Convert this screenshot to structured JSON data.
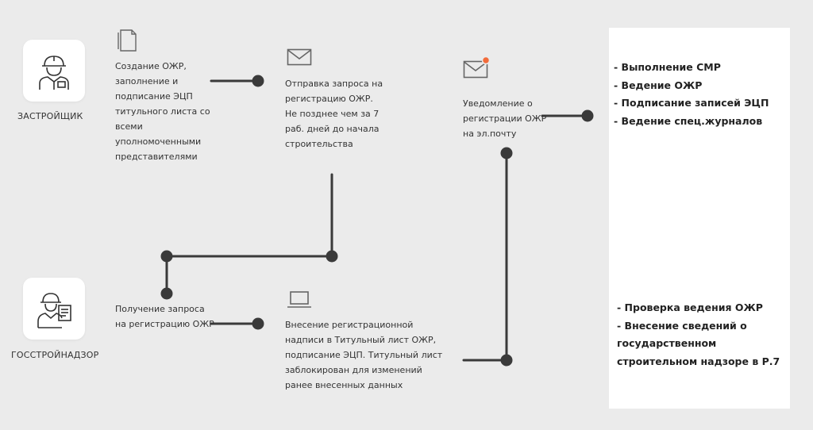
{
  "actors": {
    "developer": {
      "label": "ЗАСТРОЙЩИК",
      "icon": "builder-worker-icon"
    },
    "supervisor": {
      "label": "ГОССТРОЙНАДЗОР",
      "icon": "inspector-worker-icon"
    }
  },
  "steps": {
    "create": {
      "icon": "document-icon",
      "text": "Создание ОЖР, заполнение и подписание ЭЦП титульного листа со всеми уполномоченными представителями"
    },
    "send": {
      "icon": "envelope-icon",
      "text": "Отправка запроса на регистрацию ОЖР.\nНе позднее чем за 7 раб. дней до начала строительства"
    },
    "notify": {
      "icon": "envelope-notification-icon",
      "text": "Уведомление о регистрации ОЖР на эл.почту"
    },
    "receive": {
      "text": "Получение запроса на регистрацию ОЖР"
    },
    "register": {
      "icon": "laptop-icon",
      "text": "Внесение регистрационной надписи в Титульный лист ОЖР, подписание ЭЦП. Титульный лист заблокирован для изменений ранее внесенных данных"
    }
  },
  "panel": {
    "developer_items": [
      "- Выполнение СМР",
      "- Ведение ОЖР",
      "- Подписание записей ЭЦП",
      "- Ведение спец.журналов"
    ],
    "supervisor_items": [
      "- Проверка ведения ОЖР",
      "- Внесение сведений о государственном строительном надзоре в Р.7"
    ]
  },
  "colors": {
    "background": "#ebebeb",
    "line": "#3a3a3a",
    "icon": "#666666",
    "accent": "#f26b3a",
    "panel": "#ffffff"
  }
}
